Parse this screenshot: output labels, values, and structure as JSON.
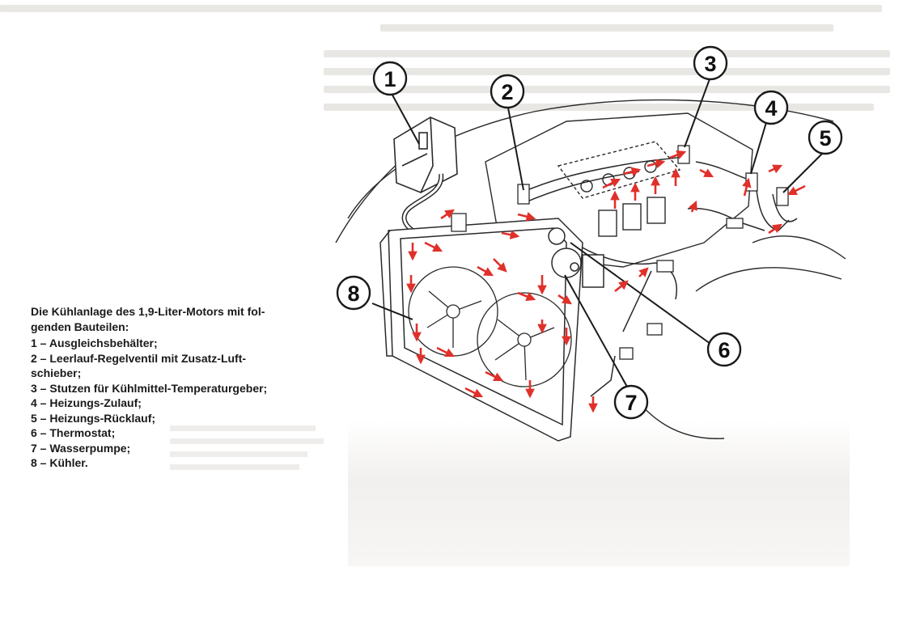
{
  "caption": {
    "title": "Die Kühlanlage des 1,9-Liter-Motors mit fol-genden Bauteilen:",
    "title_line1": "Die Kühlanlage des 1,9-Liter-Motors mit fol-",
    "title_line2": "genden Bauteilen:",
    "items": [
      {
        "text": "1 – Ausgleichsbehälter;"
      },
      {
        "text": "2 – Leerlauf-Regelventil mit Zusatz-Luft-"
      },
      {
        "text": "schieber;"
      },
      {
        "text": "3 – Stutzen für Kühlmittel-Temperaturgeber;"
      },
      {
        "text": "4 – Heizungs-Zulauf;"
      },
      {
        "text": "5 – Heizungs-Rücklauf;"
      },
      {
        "text": "6 – Thermostat;"
      },
      {
        "text": "7 – Wasserpumpe;"
      },
      {
        "text": "8 – Kühler."
      }
    ]
  },
  "callouts": [
    "1",
    "2",
    "3",
    "4",
    "5",
    "6",
    "7",
    "8"
  ],
  "colors": {
    "flow_arrow": "#e0302a",
    "line_art": "#2a2a2a",
    "background": "#ffffff"
  }
}
